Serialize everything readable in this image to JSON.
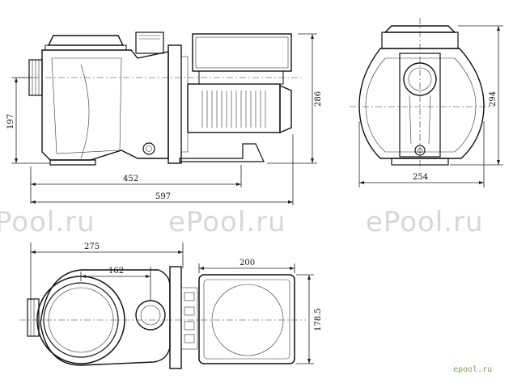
{
  "dimensions": {
    "front_length_body": "452",
    "front_length_total": "597",
    "front_height_inlet": "197",
    "front_height_total": "286",
    "side_height": "294",
    "side_width": "254",
    "top_length_basket": "275",
    "top_offset_outlet": "162",
    "top_motor_length": "200",
    "top_motor_width": "178.5"
  },
  "watermarks": [
    "Pool.ru",
    "ePool.ru",
    "ePool.ru"
  ],
  "logo_text": "epool.ru",
  "colors": {
    "line": "#111111",
    "watermark": "#d7d7d7",
    "logo": "#7aa24a"
  }
}
